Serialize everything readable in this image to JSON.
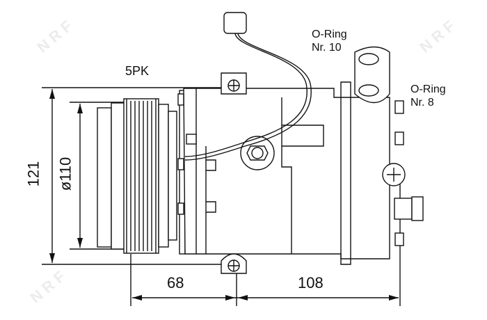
{
  "labels": {
    "belt": "5PK",
    "oring_10_line1": "O-Ring",
    "oring_10_line2": "Nr. 10",
    "oring_8_line1": "O-Ring",
    "oring_8_line2": "Nr. 8"
  },
  "dimensions": {
    "height": "121",
    "pulley_diameter": "ø110",
    "pulley_to_mount": "68",
    "mount_to_rear": "108"
  },
  "watermark": "NRF"
}
